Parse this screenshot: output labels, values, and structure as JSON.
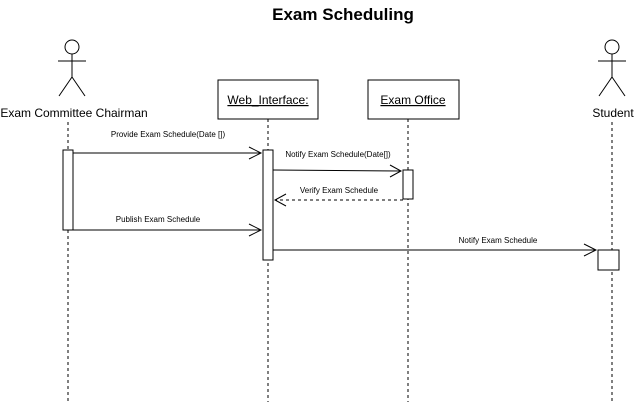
{
  "diagram": {
    "title": "Exam Scheduling",
    "participants": [
      {
        "id": "chairman",
        "kind": "actor",
        "label": "Exam Committee Chairman"
      },
      {
        "id": "web",
        "kind": "object",
        "label": "Web_Interface:"
      },
      {
        "id": "office",
        "kind": "object",
        "label": "Exam Office"
      },
      {
        "id": "student",
        "kind": "actor",
        "label": "Student"
      }
    ],
    "messages": [
      {
        "from": "chairman",
        "to": "web",
        "label": "Provide Exam Schedule(Date [])",
        "style": "solid"
      },
      {
        "from": "web",
        "to": "office",
        "label": "Notify Exam Schedule(Date[])",
        "style": "solid"
      },
      {
        "from": "office",
        "to": "web",
        "label": "Verify Exam Schedule",
        "style": "dashed"
      },
      {
        "from": "chairman",
        "to": "web",
        "label": "Publish Exam Schedule",
        "style": "solid"
      },
      {
        "from": "web",
        "to": "student",
        "label": "Notify Exam Schedule",
        "style": "solid"
      }
    ]
  }
}
